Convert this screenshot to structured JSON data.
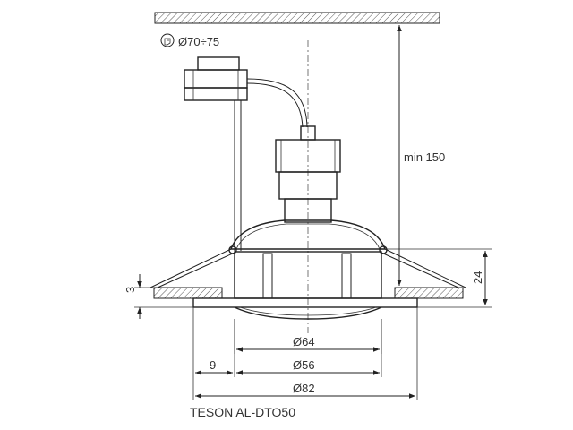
{
  "diagram": {
    "title": "TESON AL-DTO50",
    "cutout": "Ø70÷75",
    "dimensions": {
      "min_height": "min 150",
      "height_24": "24",
      "thickness_3": "3",
      "offset_9": "9",
      "d64": "Ø64",
      "d56": "Ø56",
      "d82": "Ø82"
    },
    "colors": {
      "line": "#222222",
      "hatch": "#555555"
    },
    "icons": [
      "hole-saw-icon"
    ]
  }
}
